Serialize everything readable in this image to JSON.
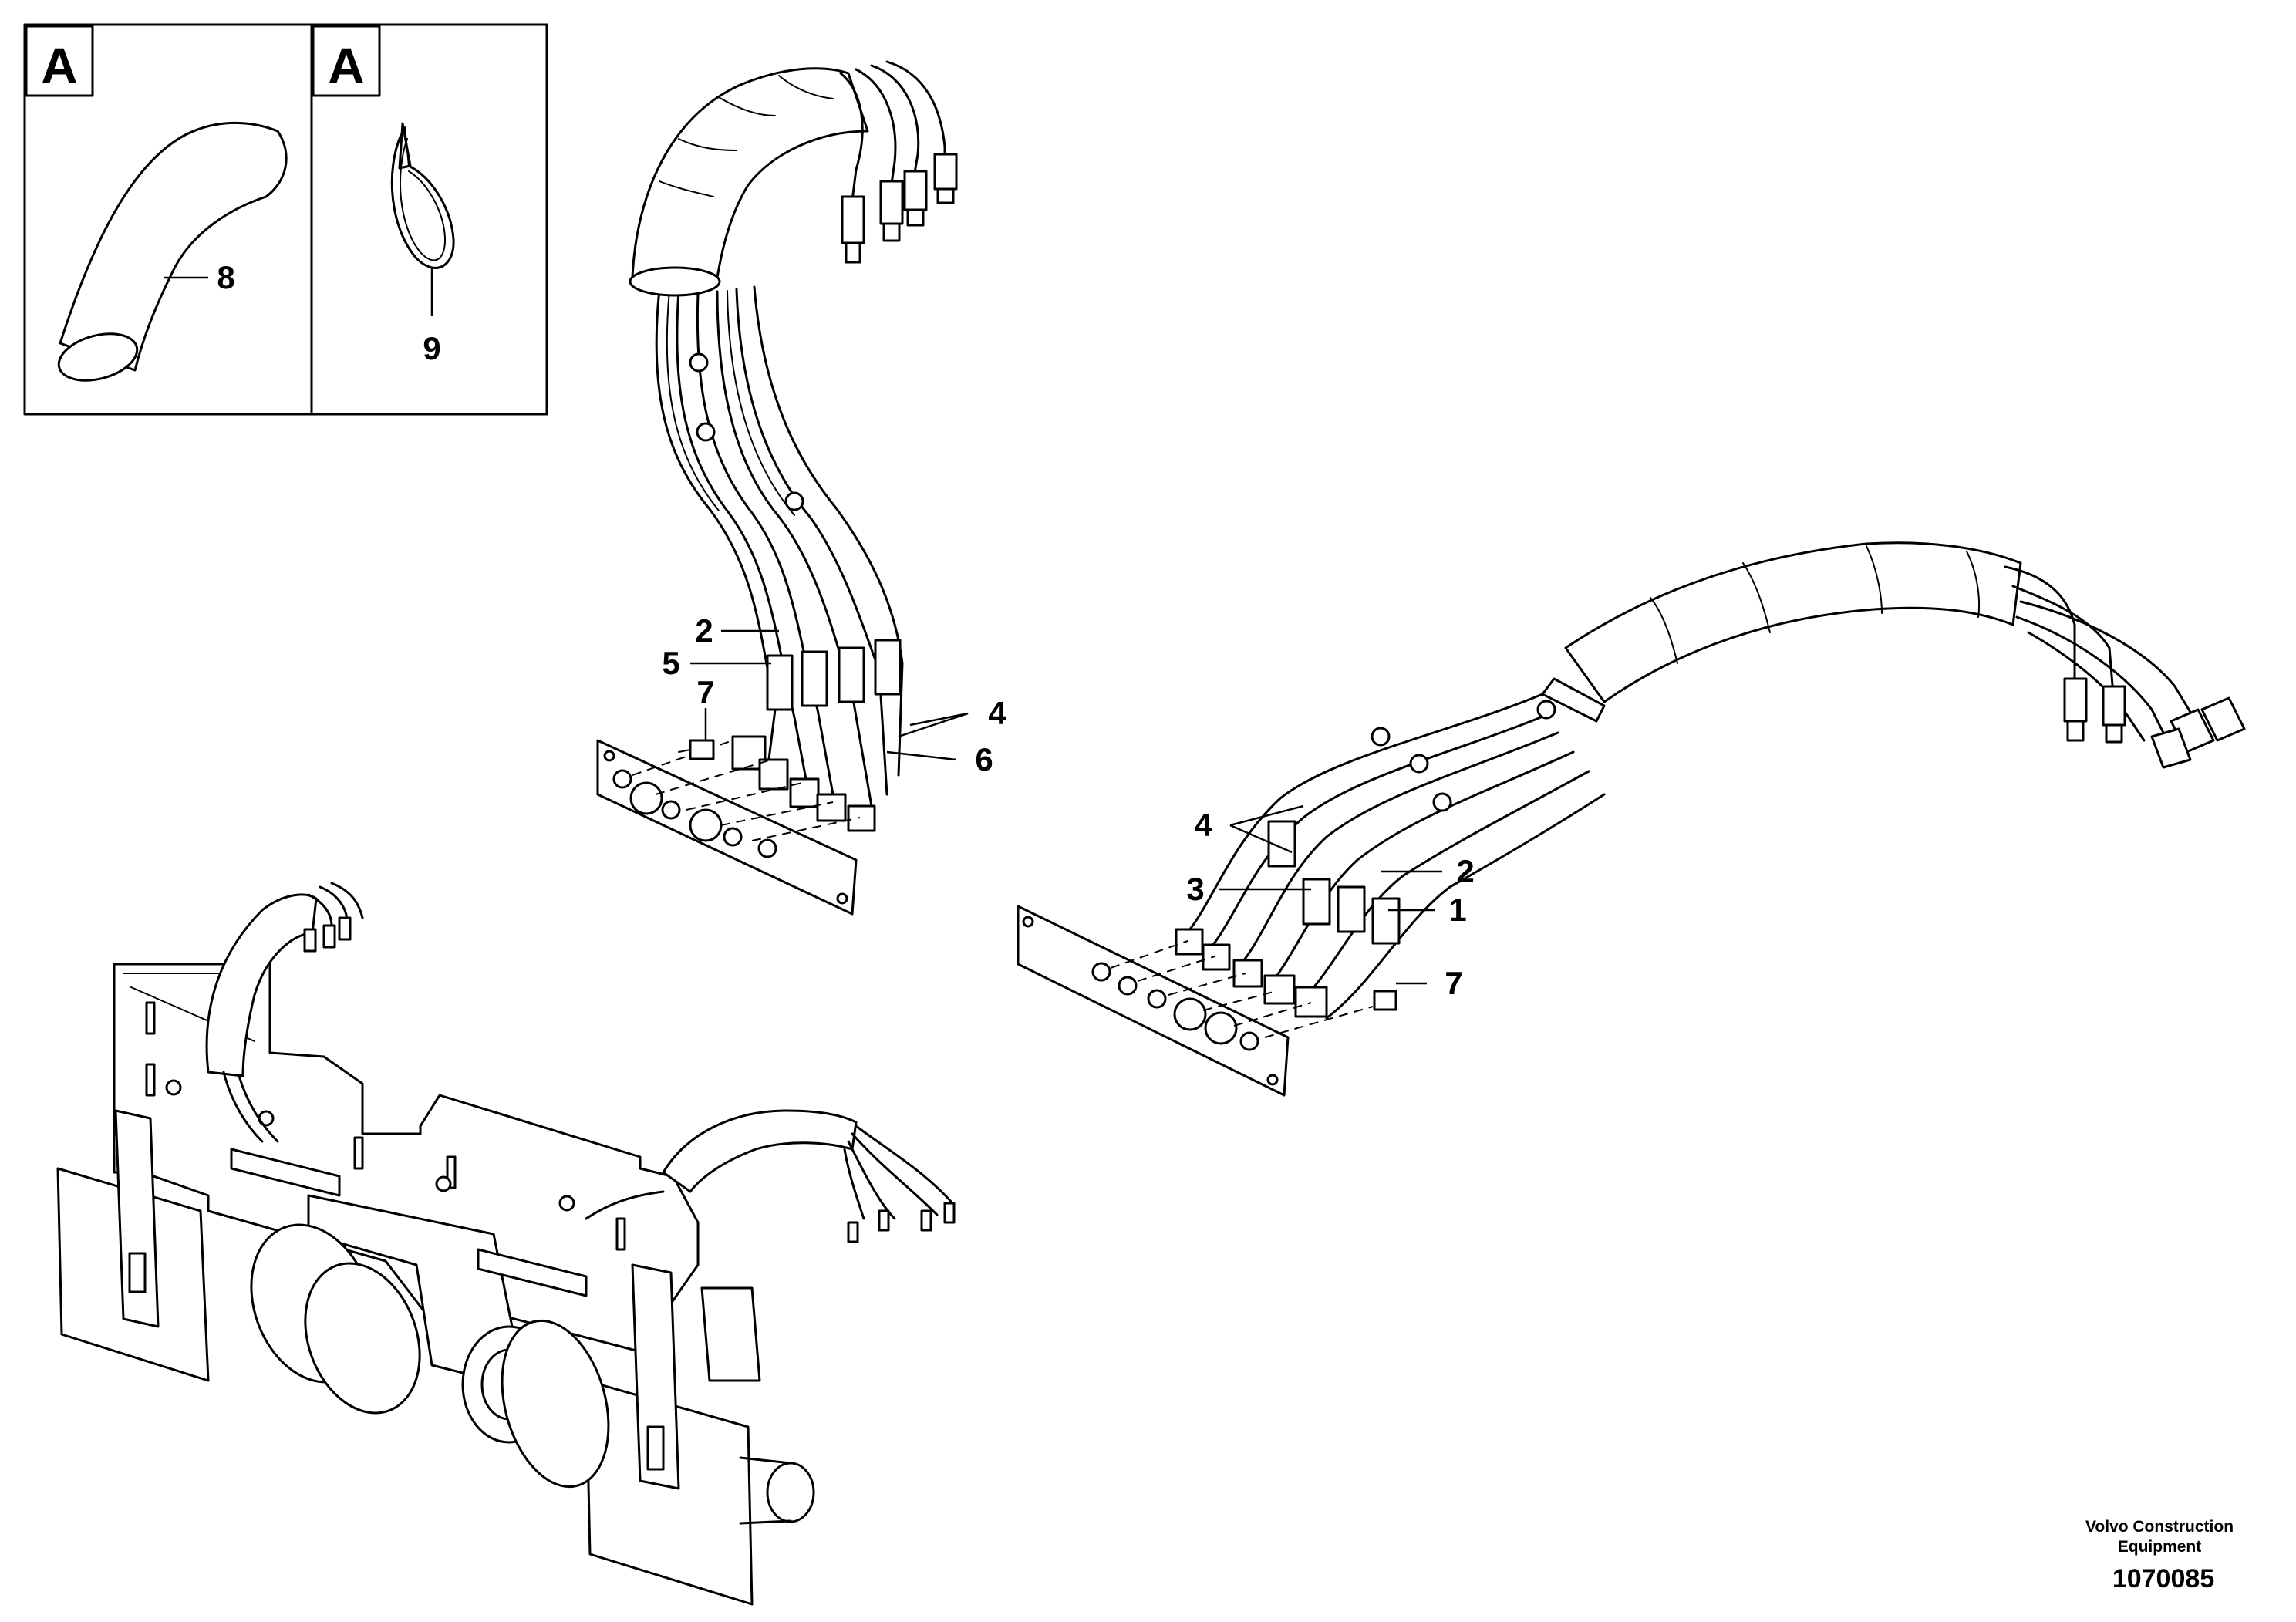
{
  "detail_boxes": [
    {
      "letter": "A",
      "callout": "8"
    },
    {
      "letter": "A",
      "callout": "9"
    }
  ],
  "callouts": {
    "upper_assembly": [
      "2",
      "5",
      "7",
      "4",
      "6"
    ],
    "right_assembly": [
      "4",
      "3",
      "2",
      "1",
      "7"
    ]
  },
  "footer": {
    "brand_line1": "Volvo Construction",
    "brand_line2": "Equipment",
    "doc_number": "1070085"
  }
}
